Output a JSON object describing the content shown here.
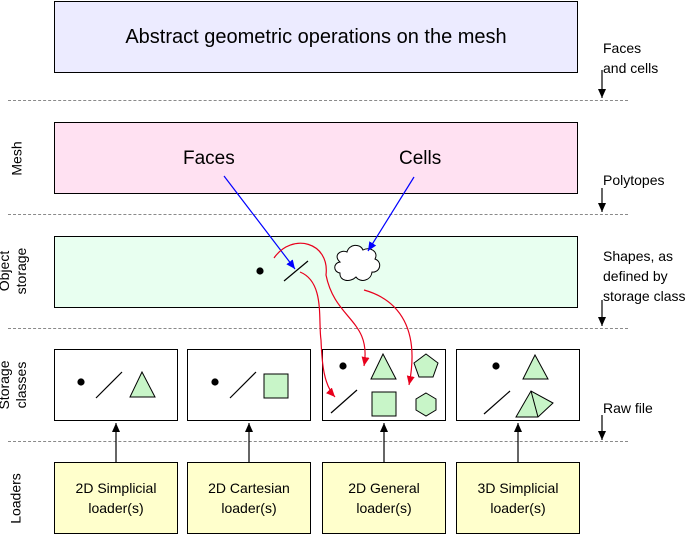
{
  "top": {
    "title": "Abstract geometric operations on the mesh"
  },
  "mesh": {
    "faces_label": "Faces",
    "cells_label": "Cells"
  },
  "left_labels": {
    "mesh": "Mesh",
    "object_storage_line1": "Object",
    "object_storage_line2": "storage",
    "storage_classes_line1": "Storage",
    "storage_classes_line2": "classes",
    "loaders": "Loaders"
  },
  "right_labels": {
    "faces_cells_line1": "Faces",
    "faces_cells_line2": "and cells",
    "polytopes": "Polytopes",
    "shapes_line1": "Shapes, as",
    "shapes_line2": "defined by",
    "shapes_line3": "storage class",
    "raw_file": "Raw file"
  },
  "loaders": [
    {
      "line1": "2D Simplicial",
      "line2": "loader(s)"
    },
    {
      "line1": "2D Cartesian",
      "line2": "loader(s)"
    },
    {
      "line1": "2D General",
      "line2": "loader(s)"
    },
    {
      "line1": "3D Simplicial",
      "line2": "loader(s)"
    }
  ],
  "colors": {
    "top_fill": "#ecebff",
    "mesh_fill": "#ffe1f2",
    "object_fill": "#e8fff0",
    "loader_fill": "#ffffcc",
    "shape_fill": "#c8f5c8",
    "blue_arrow": "#0000ff",
    "red_arrow": "#e8001c"
  }
}
